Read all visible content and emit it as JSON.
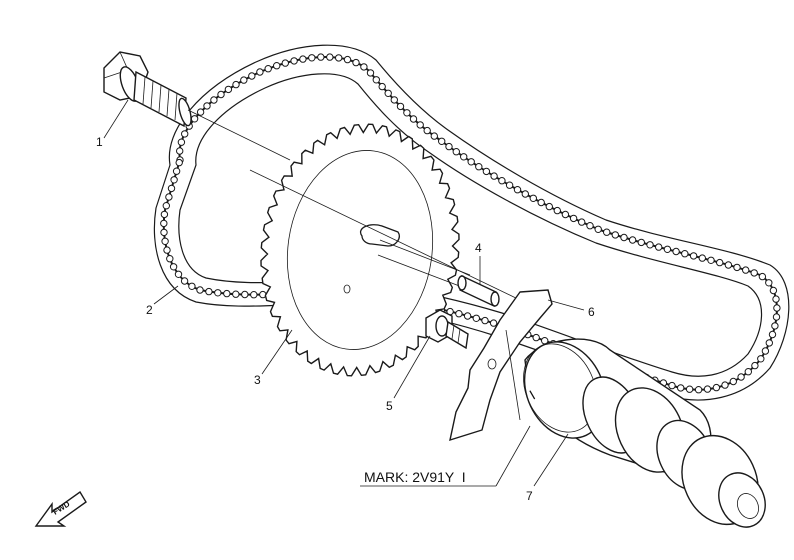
{
  "callouts": [
    {
      "label": "1"
    },
    {
      "label": "2"
    },
    {
      "label": "3"
    },
    {
      "label": "4"
    },
    {
      "label": "5"
    },
    {
      "label": "6"
    },
    {
      "label": "7"
    }
  ],
  "mark": {
    "text": "MARK: 2V91Y  I"
  },
  "fwd": {
    "text": "FWD"
  }
}
